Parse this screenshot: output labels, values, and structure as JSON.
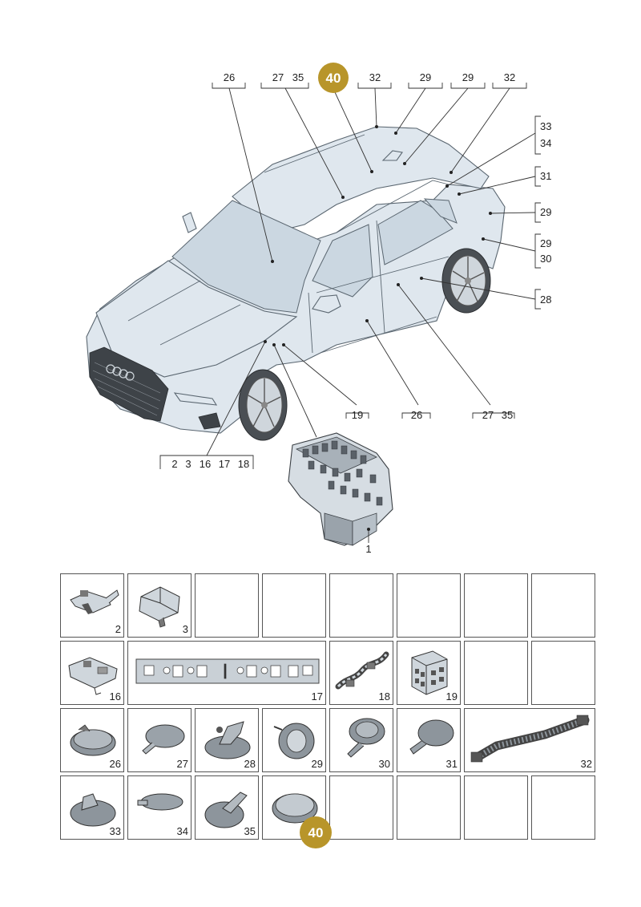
{
  "callouts": {
    "top": [
      "26",
      "27",
      "35",
      "40",
      "32",
      "29",
      "29",
      "32"
    ],
    "right": [
      "33",
      "34",
      "31",
      "29",
      "29",
      "30",
      "28"
    ],
    "bottom": [
      "19",
      "26",
      "27",
      "35"
    ],
    "lower_left": [
      "2",
      "3",
      "16",
      "17",
      "18"
    ],
    "fusebox": "1"
  },
  "highlight": {
    "number": "40",
    "color": "#b8952a"
  },
  "grid": [
    {
      "num": "2",
      "icon": "clip-icon"
    },
    {
      "num": "3",
      "icon": "bracket-icon"
    },
    {
      "num": "",
      "icon": ""
    },
    {
      "num": "",
      "icon": ""
    },
    {
      "num": "",
      "icon": ""
    },
    {
      "num": "",
      "icon": ""
    },
    {
      "num": "",
      "icon": ""
    },
    {
      "num": "",
      "icon": ""
    },
    {
      "num": "16",
      "icon": "relay-holder-icon"
    },
    {
      "num": "17",
      "icon": "instruction-label-icon"
    },
    {
      "num": "18",
      "icon": "cable-harness-icon"
    },
    {
      "num": "19",
      "icon": "connector-block-icon"
    },
    {
      "num": "",
      "icon": ""
    },
    {
      "num": "",
      "icon": ""
    },
    {
      "num": "26",
      "icon": "grommet-icon"
    },
    {
      "num": "27",
      "icon": "grommet-icon"
    },
    {
      "num": "28",
      "icon": "grommet-icon"
    },
    {
      "num": "29",
      "icon": "grommet-icon"
    },
    {
      "num": "30",
      "icon": "grommet-icon"
    },
    {
      "num": "31",
      "icon": "grommet-icon"
    },
    {
      "num": "32",
      "icon": "cable-sleeve-icon"
    },
    {
      "num": "33",
      "icon": "grommet-icon"
    },
    {
      "num": "34",
      "icon": "grommet-icon"
    },
    {
      "num": "35",
      "icon": "grommet-icon"
    },
    {
      "num": "40",
      "icon": "cap-icon"
    },
    {
      "num": "",
      "icon": ""
    },
    {
      "num": "",
      "icon": ""
    },
    {
      "num": "",
      "icon": ""
    },
    {
      "num": "",
      "icon": ""
    }
  ]
}
